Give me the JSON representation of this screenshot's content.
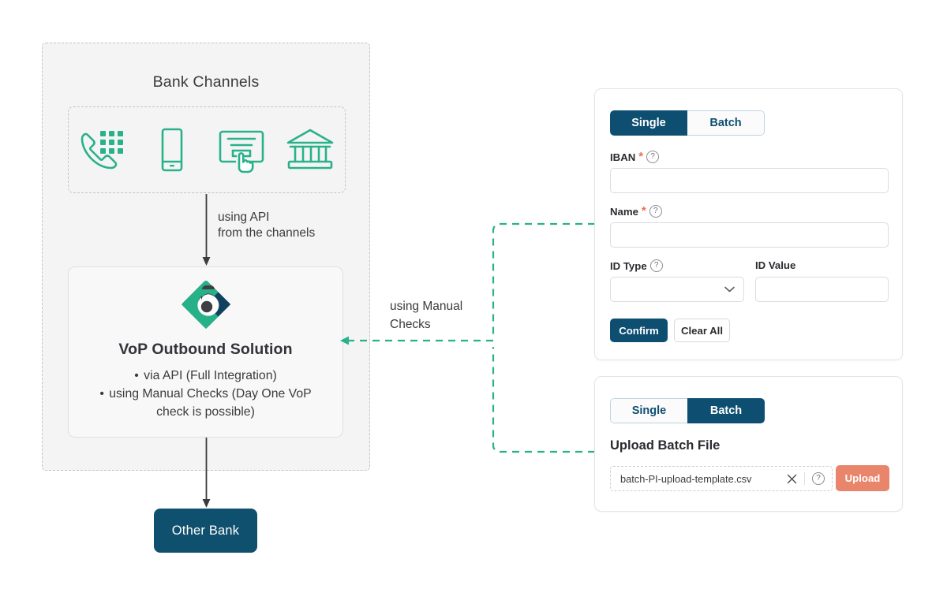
{
  "colors": {
    "teal": "#29b18a",
    "navy": "#0e4f71",
    "coral": "#e8856a",
    "panel_bg": "#f4f4f4",
    "card_bg": "#f8f8f8",
    "dash_gray": "#c4c4c4",
    "text": "#3b3b3f"
  },
  "diagram": {
    "bank_panel": {
      "title": "Bank Channels",
      "channels": [
        {
          "name": "phone-keypad-icon",
          "label": "Phone / Call Centre"
        },
        {
          "name": "mobile-phone-icon",
          "label": "Mobile Banking"
        },
        {
          "name": "online-banking-click-icon",
          "label": "Online Banking"
        },
        {
          "name": "bank-building-icon",
          "label": "Branch"
        }
      ]
    },
    "api_arrow_label_line1": "using API",
    "api_arrow_label_line2": "from the channels",
    "vop_card": {
      "logo_name": "vop-brand-logo",
      "title": "VoP Outbound Solution",
      "bullets": [
        "via API (Full Integration)",
        "using Manual Checks (Day One VoP",
        "check is possible)"
      ]
    },
    "manual_label_line1": "using Manual",
    "manual_label_line2": "Checks",
    "other_bank": "Other Bank"
  },
  "single_card": {
    "tabs": [
      {
        "label": "Single",
        "active": true
      },
      {
        "label": "Batch",
        "active": false
      }
    ],
    "fields": [
      {
        "label": "IBAN",
        "required": true,
        "help": true,
        "value": "",
        "placeholder": ""
      },
      {
        "label": "Name",
        "required": true,
        "help": true,
        "value": "",
        "placeholder": ""
      },
      {
        "label": "ID Type",
        "required": false,
        "help": true,
        "value": "",
        "placeholder": ""
      },
      {
        "label": "ID Value",
        "required": false,
        "help": false,
        "value": "",
        "placeholder": ""
      }
    ],
    "required_marker": "*",
    "help_glyph": "?",
    "chevron_name": "chevron-down-icon",
    "confirm_label": "Confirm",
    "clear_label": "Clear All"
  },
  "batch_card": {
    "tabs": [
      {
        "label": "Single",
        "active": false
      },
      {
        "label": "Batch",
        "active": true
      }
    ],
    "upload_title": "Upload Batch File",
    "file_name": "batch-PI-upload-template.csv",
    "clear_icon": "close-x-icon",
    "help_glyph": "?",
    "upload_label": "Upload"
  }
}
